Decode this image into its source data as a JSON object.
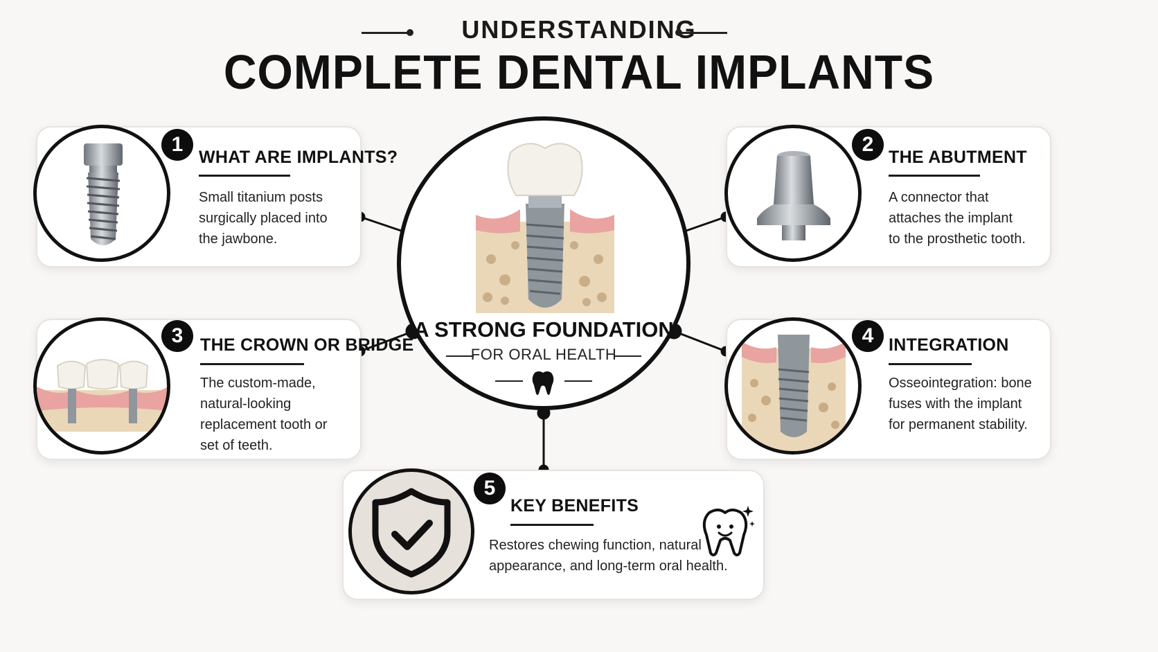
{
  "header": {
    "kicker": "UNDERSTANDING",
    "title": "COMPLETE DENTAL IMPLANTS"
  },
  "center": {
    "title": "A STRONG FOUNDATION",
    "subtitle": "FOR ORAL HEALTH",
    "icon": "tooth-icon"
  },
  "cards": [
    {
      "number": "1",
      "title": "WHAT ARE IMPLANTS?",
      "lines": [
        "Small titanium posts",
        "surgically placed into",
        "the jawbone."
      ],
      "icon": "implant-screw-icon"
    },
    {
      "number": "2",
      "title": "THE ABUTMENT",
      "lines": [
        "A connector that",
        "attaches the implant",
        "to the prosthetic tooth."
      ],
      "icon": "abutment-icon"
    },
    {
      "number": "3",
      "title": "THE CROWN OR BRIDGE",
      "lines": [
        "The custom-made,",
        "natural-looking",
        "replacement tooth or",
        "set of teeth."
      ],
      "icon": "bridge-icon"
    },
    {
      "number": "4",
      "title": "INTEGRATION",
      "lines": [
        "Osseointegration: bone",
        "fuses with the implant",
        "for permanent stability."
      ],
      "icon": "bone-implant-icon"
    },
    {
      "number": "5",
      "title": "KEY BENEFITS",
      "lines": [
        "Restores chewing function, natural",
        "appearance, and long-term oral health."
      ],
      "icon": "shield-check-icon"
    }
  ],
  "colors": {
    "gum": "#e9a3a0",
    "bone": "#e9d7b8",
    "metal": "#8f969c",
    "crown": "#f4f1ea",
    "shield_bg": "#e6e1da"
  }
}
